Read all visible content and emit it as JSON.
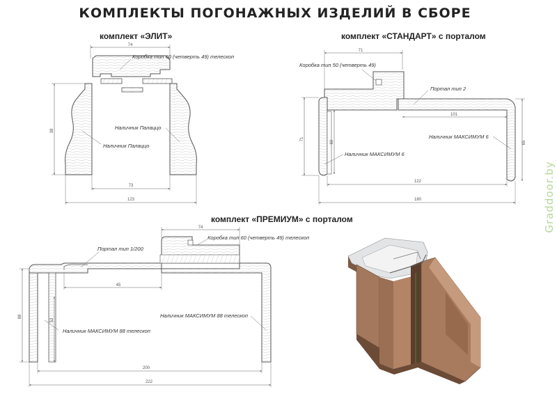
{
  "title": "КОМПЛЕКТЫ ПОГОНАЖНЫХ ИЗДЕЛИЙ В СБОРЕ",
  "watermark": "Graddoor.by",
  "colors": {
    "line": "#555555",
    "dim": "#666666",
    "frame_fill": "#ffffff",
    "hatch": "#c9c9c9",
    "wood": "#a2775b",
    "wood_dark": "#7f5a43"
  },
  "elit": {
    "title": "комплект «ЭЛИТ»",
    "labels": {
      "frame": "Коробка тип 60 (четверть 49) телескоп",
      "trim_right": "Наличник Палаццо",
      "trim_left": "Наличник Палаццо"
    },
    "dims": {
      "frame_width": "74",
      "opening": "73",
      "total_width": "123",
      "height": "38"
    }
  },
  "standart": {
    "title": "комплект «СТАНДАРТ» с порталом",
    "labels": {
      "frame": "Коробка тип 50 (четверть 49)",
      "portal": "Портал тип 2",
      "trim_right": "Наличник МАКСИМУМ 6",
      "trim_left": "Наличник МАКСИМУМ 6"
    },
    "dims": {
      "frame_width": "71",
      "portal_width": "101",
      "inner_width": "122",
      "total_width": "180",
      "left_height": "71",
      "left_inner_height": "60",
      "right_height": "65"
    }
  },
  "premium": {
    "title": "комплект «ПРЕМИУМ» с порталом",
    "labels": {
      "frame": "Коробка тип 60 (четверть 49) телескоп",
      "portal": "Портал тип 1/200",
      "trim_right": "Наличник МАКСИМУМ 88 телескоп",
      "trim_left": "Наличник МАКСИМУМ 88 телескоп"
    },
    "dims": {
      "frame_width": "74",
      "portal_width": "45",
      "inner_width": "200",
      "total_width": "222",
      "left_height": "88",
      "inner_height": "52"
    }
  }
}
